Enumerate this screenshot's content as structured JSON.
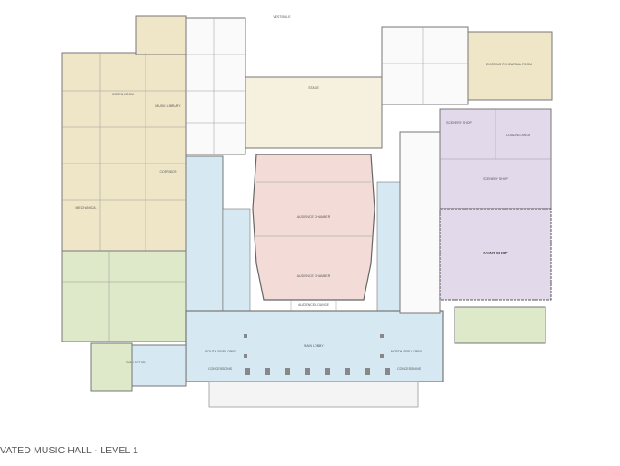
{
  "caption": "VATED MUSIC HALL - LEVEL 1",
  "zone_colors": {
    "support_tan": "#efe6c8",
    "support_green": "#dde9c8",
    "lobby_blue": "#d6e8f2",
    "stage_cream": "#f6f1de",
    "auditorium_pink": "#f3dcd8",
    "shop_purple": "#e2d9ea",
    "walls": "#777777"
  },
  "rooms": {
    "stage": "STAGE",
    "audience_chamber_upper": "AUDIENCE CHAMBER",
    "audience_chamber_lower": "AUDIENCE CHAMBER",
    "audience_lounge": "AUDIENCE LOUNGE",
    "paint_shop": "PAINT SHOP",
    "scenery_shop_upper": "SCENERY SHOP",
    "scenery_shop_lower": "SCENERY SHOP",
    "loading_area": "LOADING AREA",
    "main_lobby": "MAIN LOBBY",
    "south_side_lobby": "SOUTH SIDE LOBBY",
    "north_side_lobby": "NORTH SIDE LOBBY",
    "concessions_left": "CONCESSIONS",
    "concessions_right": "CONCESSIONS",
    "green_room": "GREEN ROOM",
    "music_library": "MUSIC LIBRARY",
    "box_office": "BOX OFFICE",
    "mechanical": "MECHANICAL",
    "corridor": "CORRIDOR",
    "vestibule": "VESTIBULE",
    "existing_rehearsal_room": "EXISTING REHEARSAL ROOM"
  }
}
